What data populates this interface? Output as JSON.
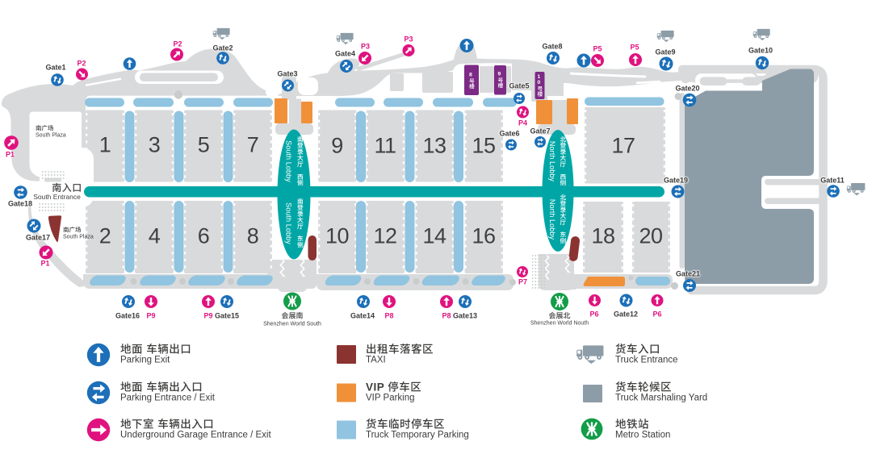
{
  "colors": {
    "road": "#d9dadb",
    "hall": "#d9dadb",
    "yard": "#8d9da8",
    "strip": "#90c4e0",
    "teal": "#00a6a6",
    "blue": "#1c6fb8",
    "pink": "#e0127f",
    "purple": "#7c2a85",
    "orange": "#f0913a",
    "maroon": "#8b3331",
    "green": "#139d49",
    "text": "#3b3a39",
    "dot": "#c9cccc"
  },
  "map": {
    "halls": {
      "h1": "1",
      "h3": "3",
      "h5": "5",
      "h7": "7",
      "h9": "9",
      "h11": "11",
      "h13": "13",
      "h15": "15",
      "h17": "17",
      "h2": "2",
      "h4": "4",
      "h6": "6",
      "h8": "8",
      "h10": "10",
      "h12": "12",
      "h14": "14",
      "h16": "16",
      "h18": "18",
      "h20": "20"
    },
    "gates": {
      "gate1": "Gate1",
      "gate2": "Gate2",
      "gate3": "Gate3",
      "gate4": "Gate4",
      "gate5": "Gate5",
      "gate6": "Gate6",
      "gate7": "Gate7",
      "gate8": "Gate8",
      "gate9": "Gate9",
      "gate10": "Gate10",
      "gate11": "Gate11",
      "gate12": "Gate12",
      "gate13": "Gate13",
      "gate14": "Gate14",
      "gate15": "Gate15",
      "gate16": "Gate16",
      "gate17": "Gate17",
      "gate18": "Gate18",
      "gate19": "Gate19",
      "gate20": "Gate20",
      "gate21": "Gate21"
    },
    "parkings": {
      "p1_west": "P1",
      "p1_south": "P1",
      "p2_west": "P2",
      "p2_east": "P2",
      "p3_west": "P3",
      "p3_east": "P3",
      "p4": "P4",
      "p5_west": "P5",
      "p5_east": "P5",
      "p6_west": "P6",
      "p6_east": "P6",
      "p7": "P7",
      "p8_west": "P8",
      "p8_east": "P8",
      "p9_west": "P9",
      "p9_east": "P9"
    },
    "buildings": {
      "b8": "8号楼",
      "b9": "9号楼",
      "b10": "10号楼"
    },
    "south_lobby": {
      "west_cn": "南登录大厅 西侧",
      "west_en": "South Lobby",
      "east_cn": "南登录大厅 东侧",
      "east_en": "South Lobby"
    },
    "north_lobby": {
      "west_cn": "北登录大厅 西侧",
      "west_en": "North Lobby",
      "east_cn": "北登录大厅 东侧",
      "east_en": "North Lobby"
    },
    "south_plaza": {
      "cn": "南广场",
      "en": "South Plaza"
    },
    "south_entrance": {
      "cn": "南入口",
      "en": "South Entrance"
    },
    "metro_south": {
      "cn": "会展南",
      "en": "Shenzhen World South"
    },
    "metro_north": {
      "cn": "会展北",
      "en": "Shenzhen World Nouth"
    }
  },
  "legend": {
    "col1": [
      {
        "icon": "parking-exit",
        "cn": "地面 车辆出口",
        "en": "Parking Exit"
      },
      {
        "icon": "parking-entrance-exit",
        "cn": "地面 车辆出入口",
        "en": "Parking Entrance / Exit"
      },
      {
        "icon": "underground-garage",
        "cn": "地下室 车辆出入口",
        "en": "Underground Garage Entrance / Exit"
      }
    ],
    "col2": [
      {
        "swatch": "#8b3331",
        "cn": "出租车落客区",
        "en": "TAXI"
      },
      {
        "swatch": "#f0913a",
        "cn": "VIP 停车区",
        "en": "VIP Parking"
      },
      {
        "swatch": "#90c4e0",
        "cn": "货车临时停车区",
        "en": "Truck Temporary Parking"
      }
    ],
    "col3": [
      {
        "icon": "truck",
        "cn": "货车入口",
        "en": "Truck Entrance"
      },
      {
        "swatch": "#8d9da8",
        "cn": "货车轮候区",
        "en": "Truck Marshaling Yard"
      },
      {
        "icon": "metro",
        "cn": "地铁站",
        "en": "Metro Station"
      }
    ]
  }
}
